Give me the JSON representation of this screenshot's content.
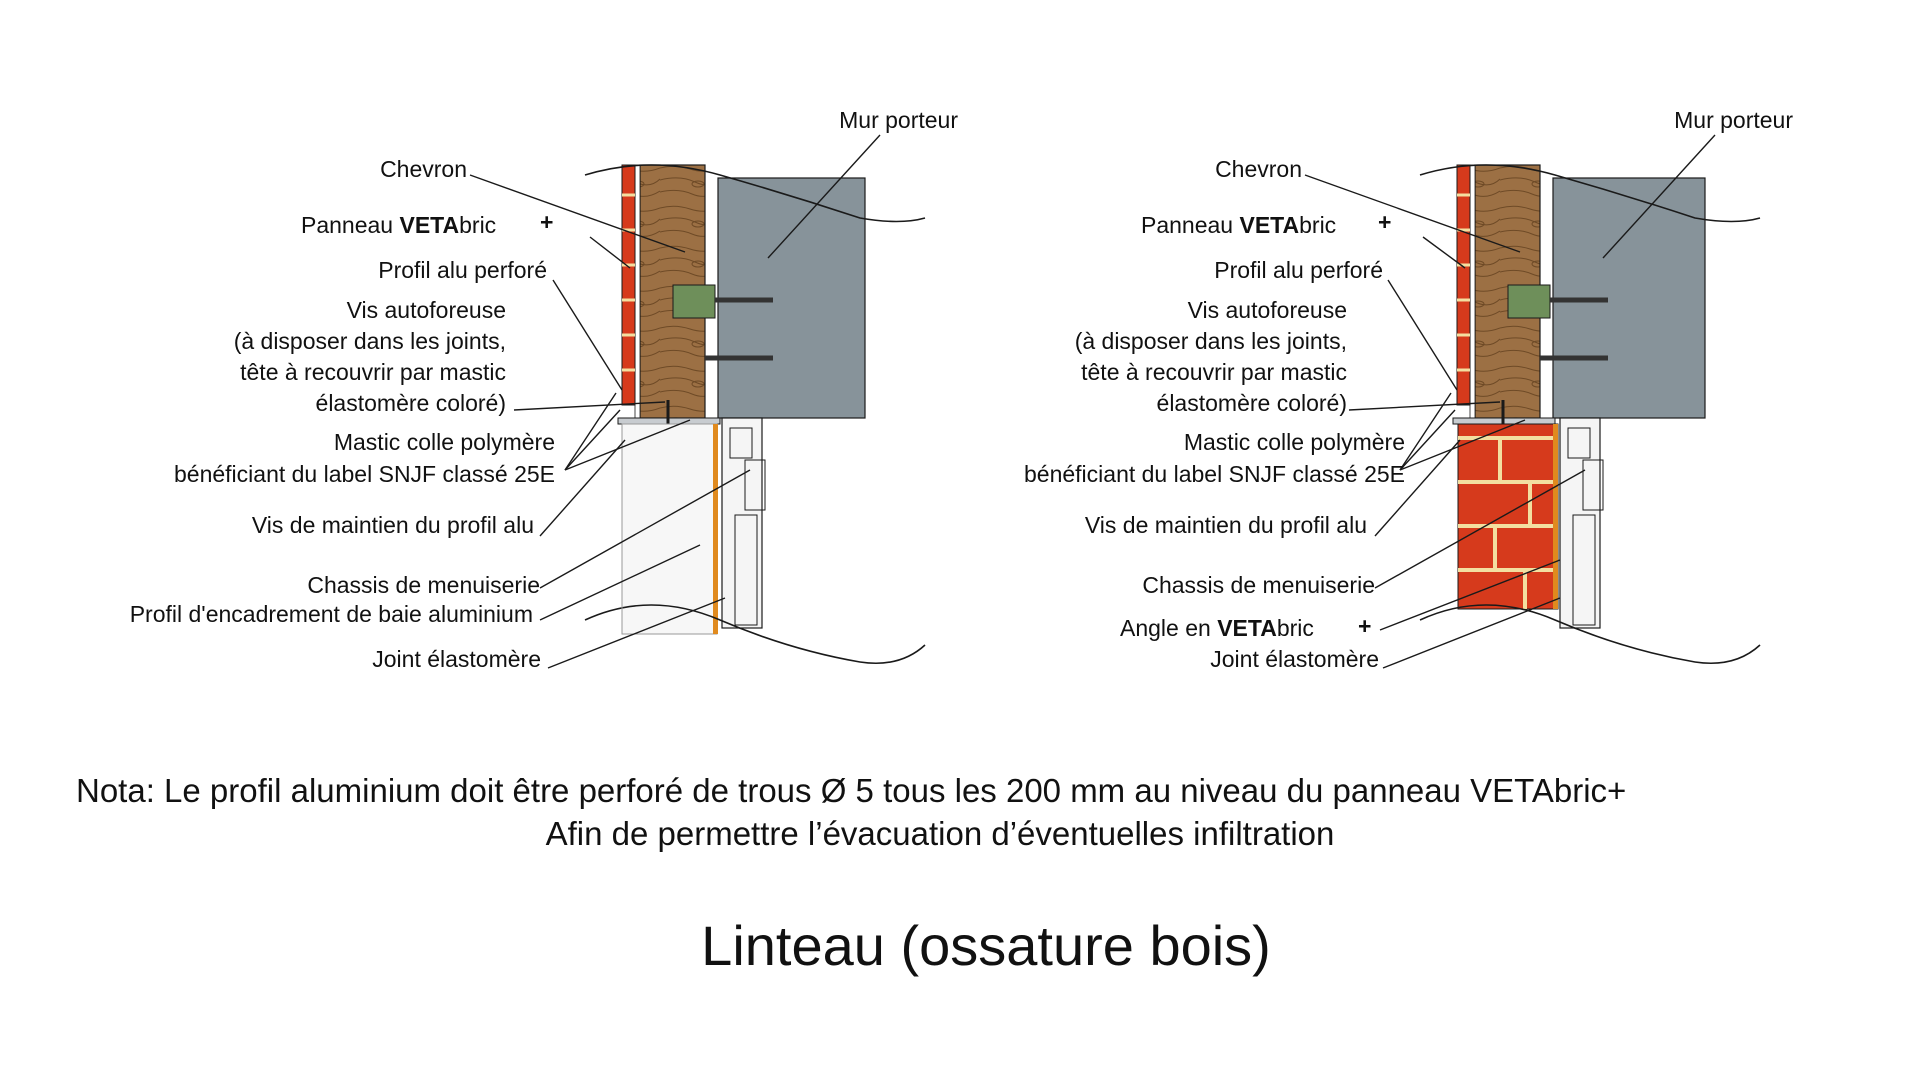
{
  "colors": {
    "brick": "#d63a1c",
    "brick_dark": "#b52c12",
    "mortar": "#f3dfa0",
    "wood": "#9c7044",
    "wall": "#87939a",
    "bracket": "#6e8f5a",
    "frame": "#f5f5f5",
    "glass": "#f7f7f7",
    "seal": "#e08a1e",
    "line": "#1a1a1a"
  },
  "left_diagram": {
    "labels": {
      "mur_porteur": "Mur porteur",
      "chevron": "Chevron",
      "panneau_prefix": "Panneau ",
      "panneau_brand": "VETA",
      "panneau_suffix": "bric",
      "panneau_plus": "+",
      "profil_perfore": "Profil alu perforé",
      "vis_autoforeuse_1": "Vis autoforeuse",
      "vis_autoforeuse_2": "(à disposer dans les joints,",
      "vis_autoforeuse_3": "tête à recouvrir par mastic",
      "vis_autoforeuse_4": "élastomère coloré)",
      "mastic_1": "Mastic colle polymère",
      "mastic_2": "bénéficiant du label SNJF classé 25E",
      "vis_maintien": "Vis de maintien du profil alu",
      "chassis": "Chassis de menuiserie",
      "profil_encadrement": "Profil d'encadrement de baie aluminium",
      "joint": "Joint élastomère"
    }
  },
  "right_diagram": {
    "labels": {
      "mur_porteur": "Mur porteur",
      "chevron": "Chevron",
      "panneau_prefix": "Panneau ",
      "panneau_brand": "VETA",
      "panneau_suffix": "bric",
      "panneau_plus": "+",
      "profil_perfore": "Profil alu perforé",
      "vis_autoforeuse_1": "Vis autoforeuse",
      "vis_autoforeuse_2": "(à disposer dans les joints,",
      "vis_autoforeuse_3": "tête à recouvrir par mastic",
      "vis_autoforeuse_4": "élastomère coloré)",
      "mastic_1": "Mastic colle polymère",
      "mastic_2": "bénéficiant du label SNJF classé 25E",
      "vis_maintien": "Vis de maintien du profil alu",
      "chassis": "Chassis de menuiserie",
      "angle_prefix": "Angle en ",
      "angle_brand": "VETA",
      "angle_suffix": "bric",
      "angle_plus": "+",
      "joint": "Joint élastomère"
    }
  },
  "nota": {
    "line1": "Nota: Le profil aluminium doit être perforé de trous Ø 5 tous les 200 mm au  niveau du panneau VETAbric+",
    "line2": "Afin de permettre l’évacuation d’éventuelles infiltration"
  },
  "title": "Linteau (ossature bois)"
}
